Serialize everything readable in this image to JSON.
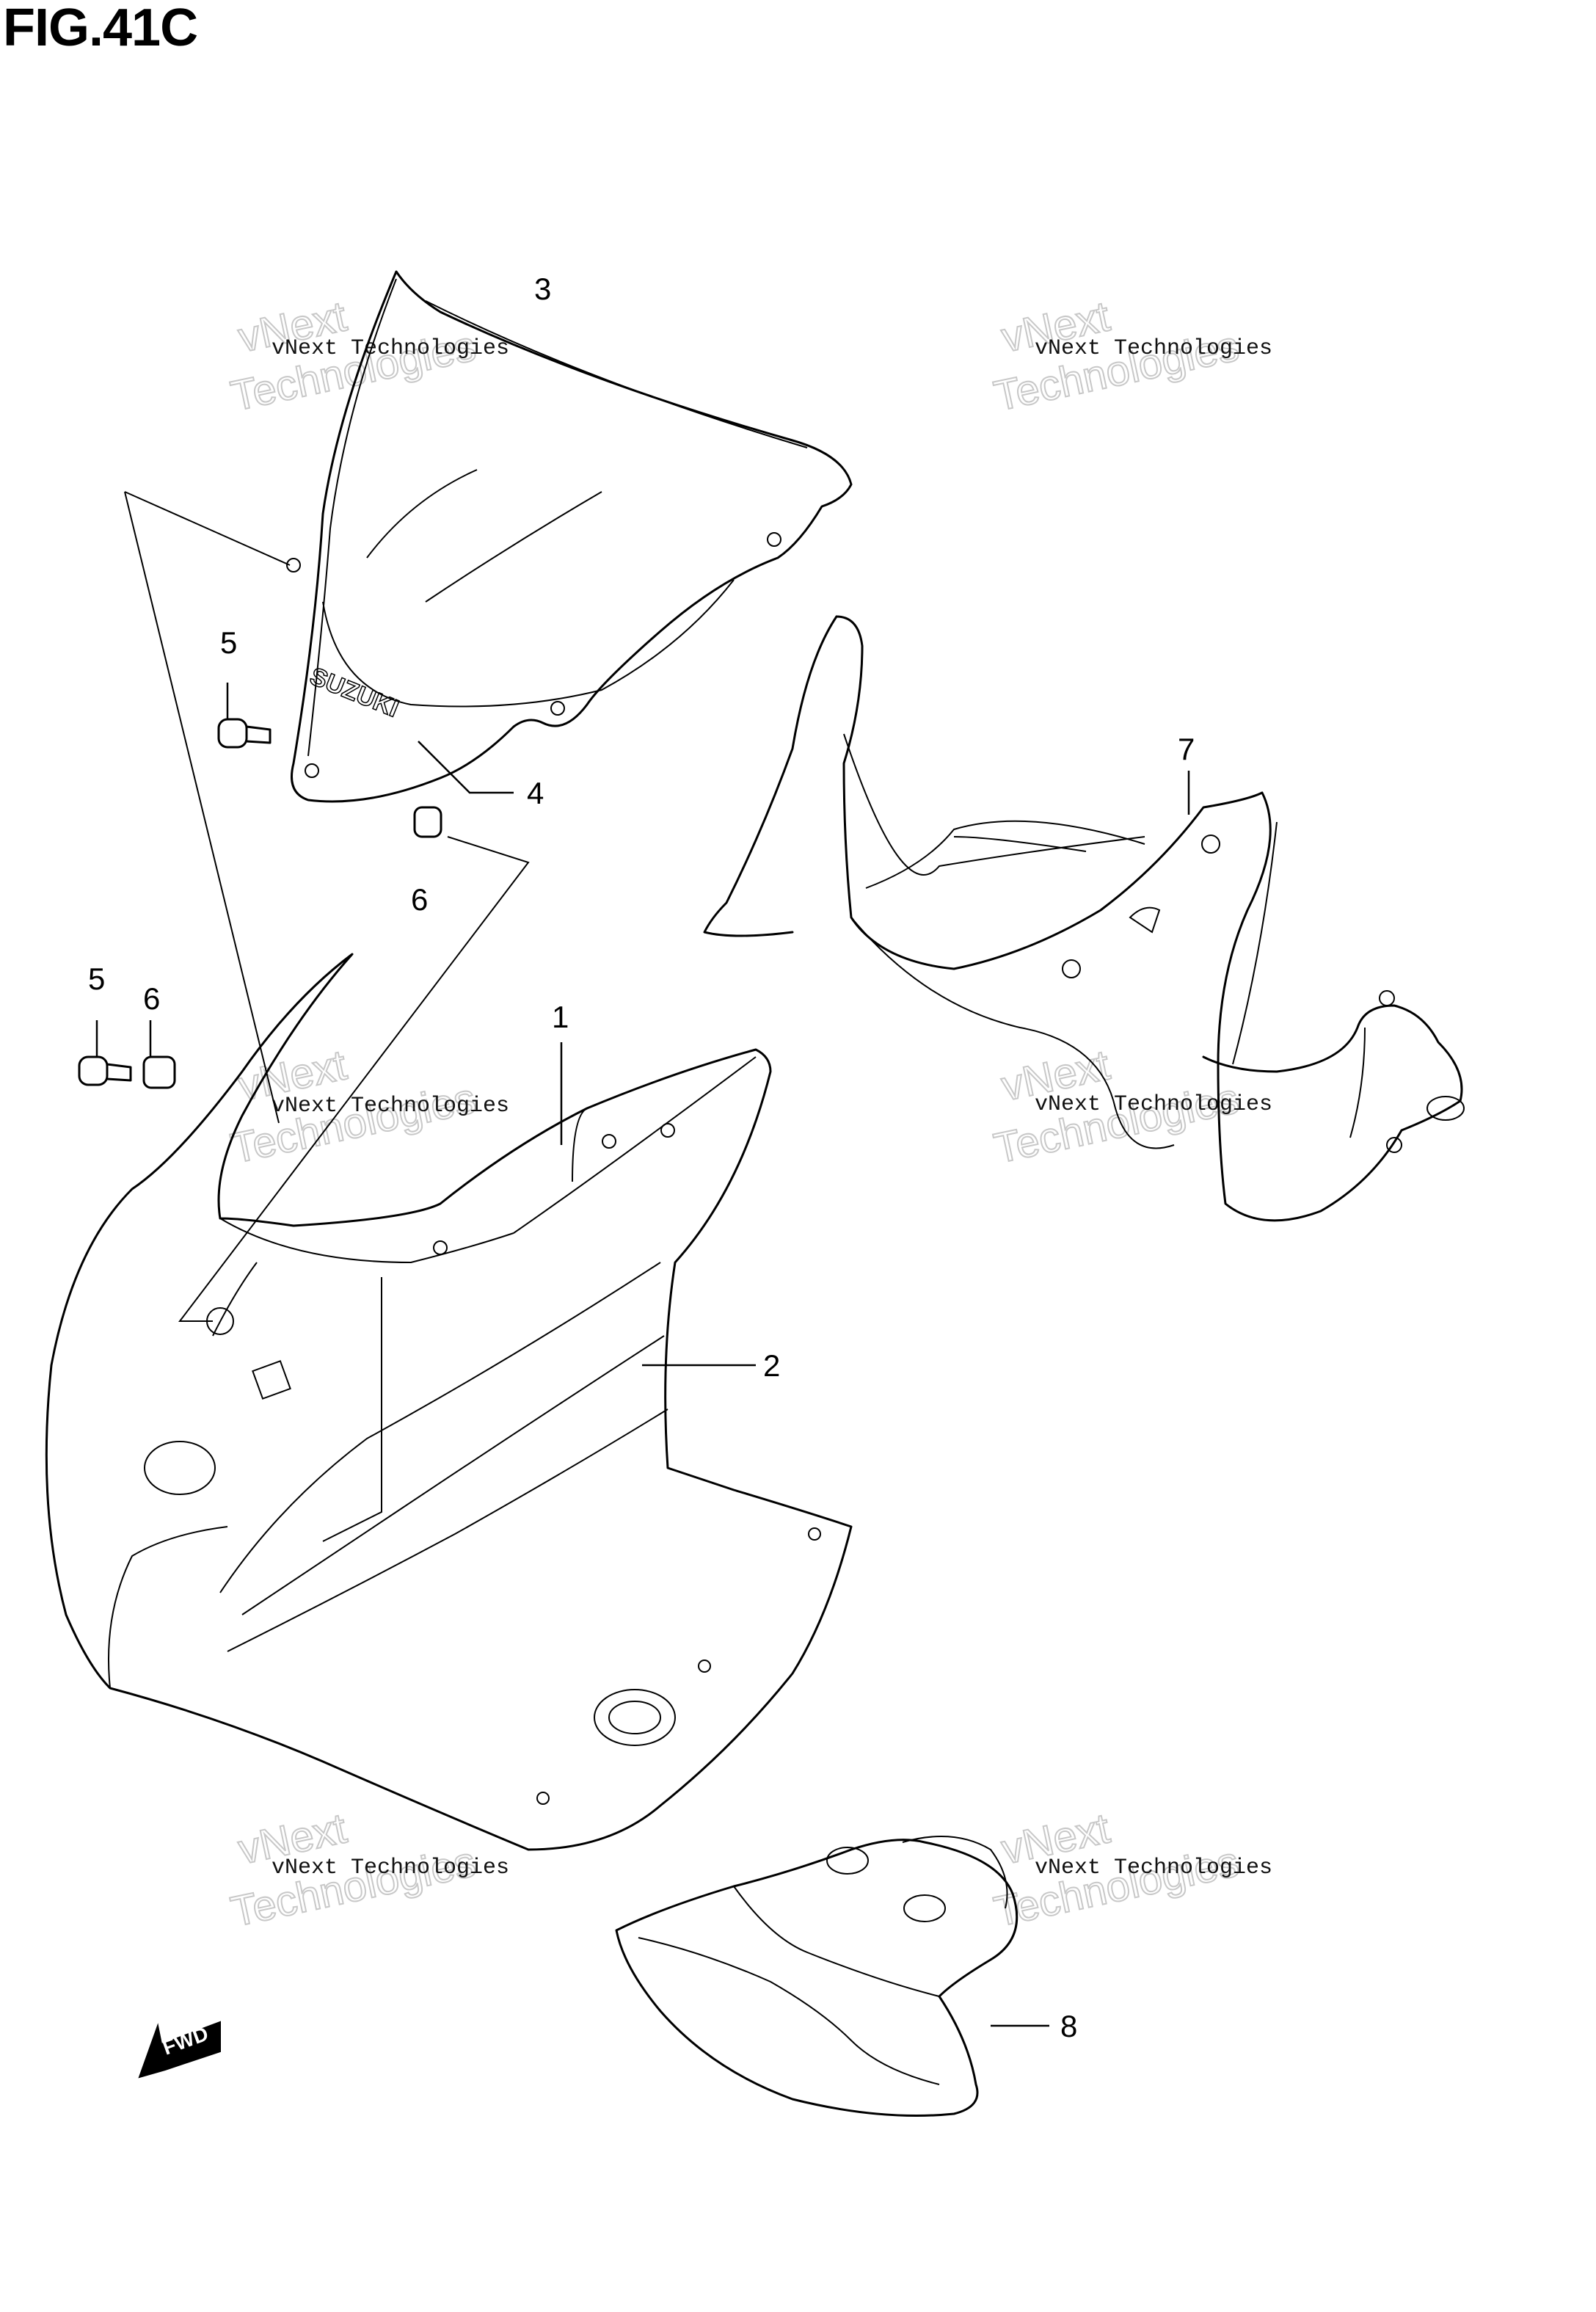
{
  "figure": {
    "title": "FIG.41C"
  },
  "callouts": [
    {
      "id": "1",
      "label": "1"
    },
    {
      "id": "2",
      "label": "2"
    },
    {
      "id": "3",
      "label": "3"
    },
    {
      "id": "4",
      "label": "4"
    },
    {
      "id": "5a",
      "label": "5"
    },
    {
      "id": "5b",
      "label": "5"
    },
    {
      "id": "6a",
      "label": "6"
    },
    {
      "id": "6b",
      "label": "6"
    },
    {
      "id": "7",
      "label": "7"
    },
    {
      "id": "8",
      "label": "8"
    }
  ],
  "watermark": {
    "line1": "vNext Technologies",
    "line2": "vNext",
    "line3": "Technologies"
  },
  "windscreen_brand": "SUZUKI",
  "direction_arrow": {
    "label": "FWD"
  }
}
